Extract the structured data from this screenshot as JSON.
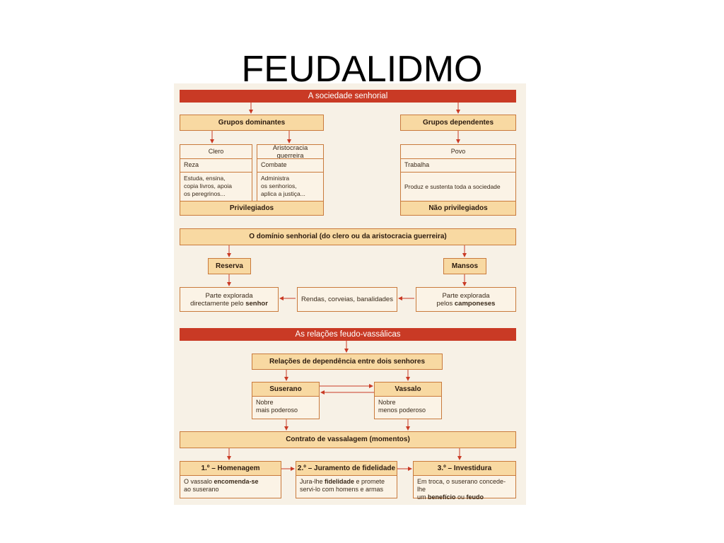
{
  "slide_title": "FEUDALIDMO",
  "section1": {
    "banner": "A sociedade senhorial",
    "dominant": "Grupos dominantes",
    "dependent": "Grupos dependentes",
    "clero": {
      "title": "Clero",
      "role": "Reza",
      "desc": "Estuda, ensina,\ncopia livros, apoia\nos peregrinos..."
    },
    "aristocracia": {
      "title": "Aristocracia guerreira",
      "role": "Combate",
      "desc": "Administra\nos senhorios,\naplica a justiça..."
    },
    "povo": {
      "title": "Povo",
      "role": "Trabalha",
      "desc": "Produz e sustenta toda a sociedade"
    },
    "privilegiados": "Privilegiados",
    "nao_privilegiados": "Não privilegiados"
  },
  "section2": {
    "header": "O domínio senhorial (do clero ou da aristocracia guerreira)",
    "reserva": "Reserva",
    "mansos": "Mansos",
    "reserva_desc_1": "Parte explorada",
    "reserva_desc_2": "directamente pelo ",
    "reserva_desc_bold": "senhor",
    "rendas": "Rendas, corveias, banalidades",
    "mansos_desc_1": "Parte explorada",
    "mansos_desc_2": "pelos ",
    "mansos_desc_bold": "camponeses"
  },
  "section3": {
    "banner": "As relações feudo-vassálicas",
    "dependencia": "Relações de dependência entre dois senhores",
    "suserano": {
      "title": "Suserano",
      "desc": "Nobre\nmais poderoso"
    },
    "vassalo": {
      "title": "Vassalo",
      "desc": "Nobre\nmenos poderoso"
    },
    "contrato": "Contrato de vassalagem (momentos)",
    "homenagem": {
      "title": "1.º – Homenagem",
      "t1": "O vassalo ",
      "b1": "encomenda-se",
      "t2": "ao suserano"
    },
    "juramento": {
      "title": "2.º – Juramento de fidelidade",
      "t1": "Jura-lhe ",
      "b1": "fidelidade",
      "t2": " e promete",
      "t3": "servi-lo com homens e armas"
    },
    "investidura": {
      "title": "3.º – Investidura",
      "t1": "Em troca, o suserano concede-lhe",
      "t2": "um ",
      "b1": "benefício",
      "t3": " ou ",
      "b2": "feudo"
    }
  },
  "colors": {
    "banner": "#c93a25",
    "box_fill": "#f8d9a2",
    "border": "#c97a3c",
    "background": "#f7f1e6"
  }
}
